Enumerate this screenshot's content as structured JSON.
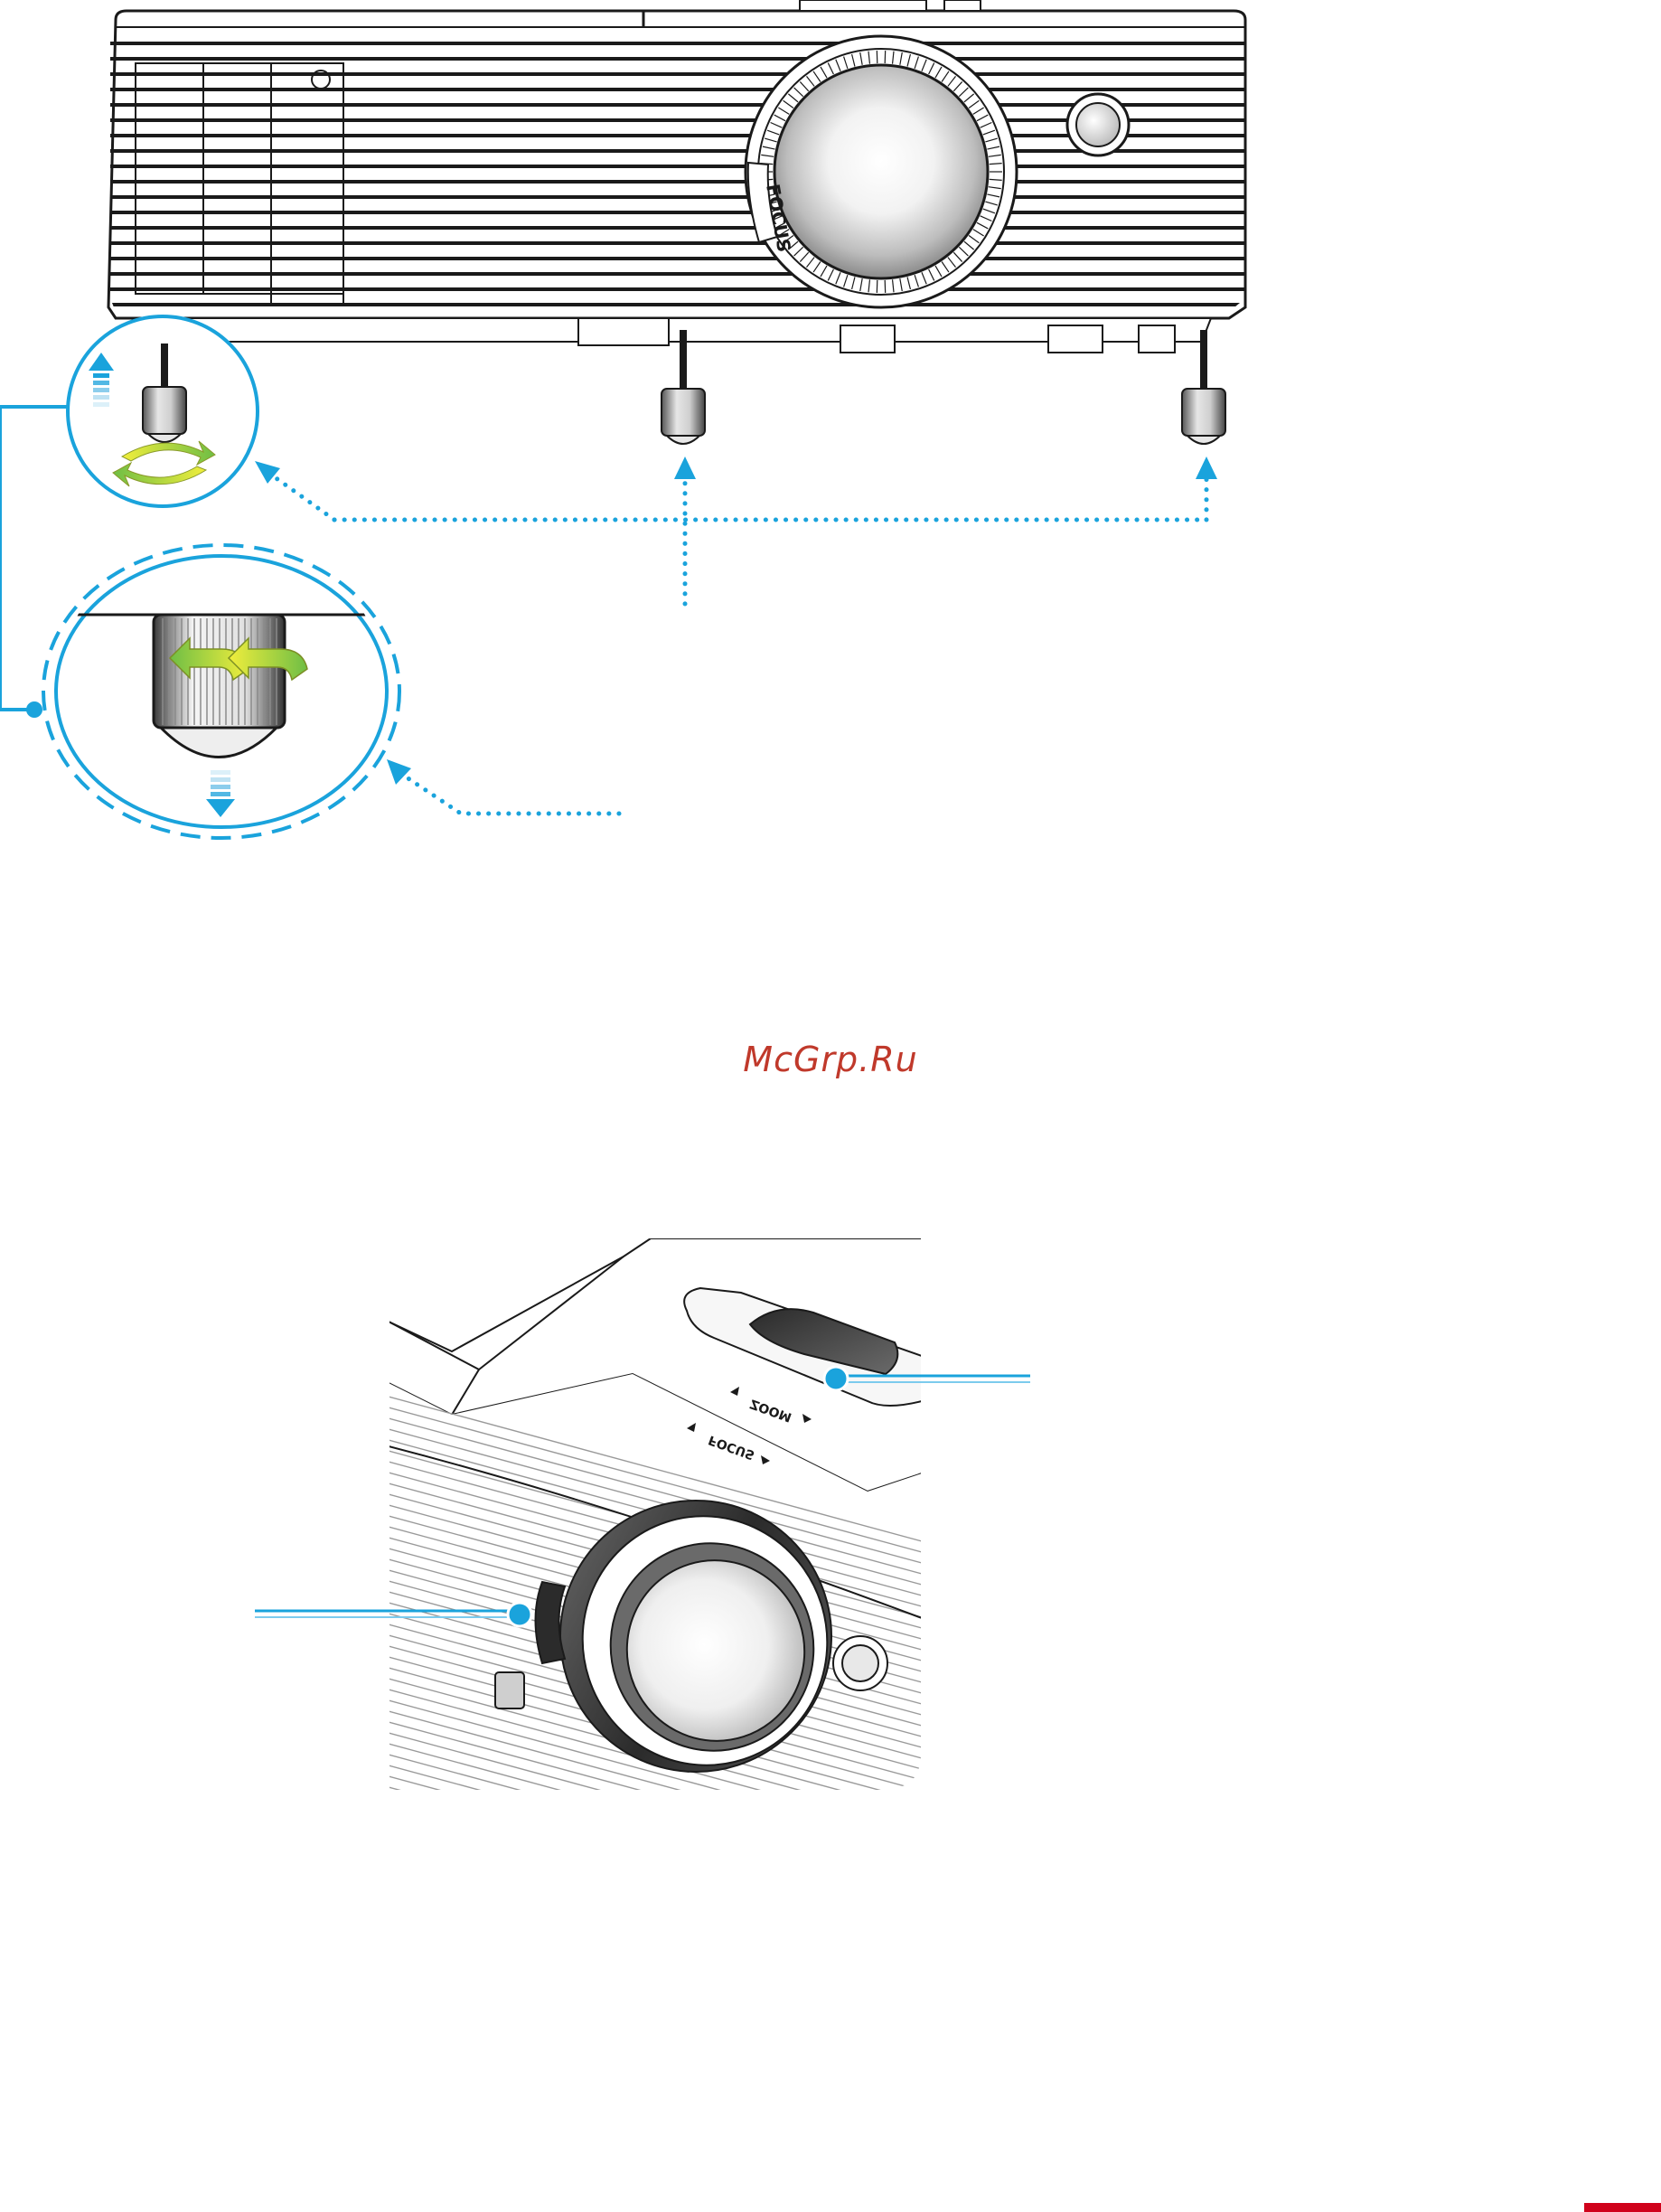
{
  "watermark": {
    "text": "McGrp.Ru"
  },
  "labels": {
    "focus_ring": "FOCUS",
    "zoom_slider": "ZOOM",
    "focus_slider": "FOCUS"
  },
  "colors": {
    "callout": "#1aa3dc",
    "arrow_yellow": "#e8e53a",
    "arrow_green": "#7dc242",
    "watermark": "#c0392b",
    "corner_tab": "#d0021b",
    "outline": "#1a1a1a"
  }
}
